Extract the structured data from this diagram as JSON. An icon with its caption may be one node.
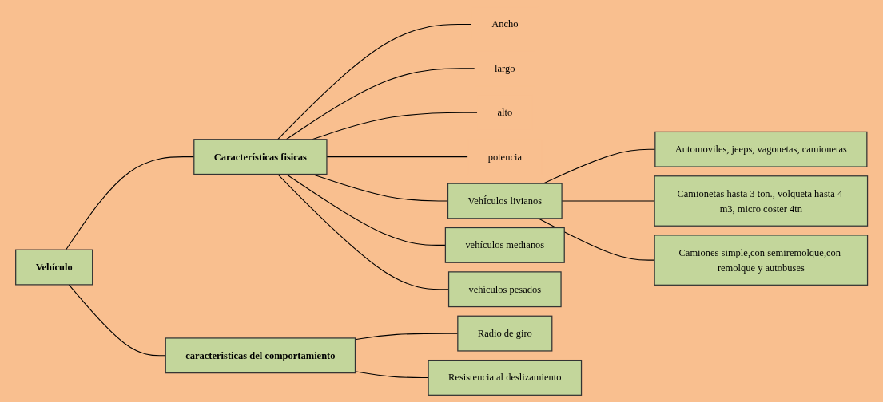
{
  "diagram": {
    "nodes": [
      {
        "text": [
          "Vehículo"
        ]
      },
      {
        "text": [
          "Características fisicas"
        ]
      },
      {
        "text": [
          "Ancho"
        ]
      },
      {
        "text": [
          "largo"
        ]
      },
      {
        "text": [
          "alto"
        ]
      },
      {
        "text": [
          "potencia"
        ]
      },
      {
        "text": [
          "VehÍculos livianos"
        ]
      },
      {
        "text": [
          "vehículos medianos"
        ]
      },
      {
        "text": [
          "vehículos pesados"
        ]
      },
      {
        "text": [
          "Automoviles, jeeps, vagonetas, camionetas"
        ]
      },
      {
        "text": [
          "Camionetas hasta 3 ton., volqueta hasta 4 m3, micro coster 4tn"
        ]
      },
      {
        "text": [
          "Camiones simple,con semiremolque,con remolque y autobuses"
        ]
      },
      {
        "text": [
          "caracteristicas del comportamiento"
        ]
      },
      {
        "text": [
          "Radio de giro"
        ]
      },
      {
        "text": [
          "Resistencia al deslizamiento"
        ]
      }
    ],
    "edges": [
      {
        "from": 0,
        "to": 1,
        "arrow": "none"
      },
      {
        "from": 0,
        "to": 12,
        "arrow": "none"
      },
      {
        "from": 1,
        "to": 2,
        "arrow": "none"
      },
      {
        "from": 1,
        "to": 3,
        "arrow": "none"
      },
      {
        "from": 1,
        "to": 4,
        "arrow": "none"
      },
      {
        "from": 1,
        "to": 5,
        "arrow": "none"
      },
      {
        "from": 1,
        "to": 6,
        "arrow": "none"
      },
      {
        "from": 1,
        "to": 7,
        "arrow": "none"
      },
      {
        "from": 1,
        "to": 8,
        "arrow": "none"
      },
      {
        "from": 6,
        "to": 9,
        "arrow": "none"
      },
      {
        "from": 6,
        "to": 10,
        "arrow": "none"
      },
      {
        "from": 6,
        "to": 11,
        "arrow": "none"
      },
      {
        "from": 12,
        "to": 13,
        "arrow": "none"
      },
      {
        "from": 12,
        "to": 14,
        "arrow": "none"
      }
    ]
  }
}
